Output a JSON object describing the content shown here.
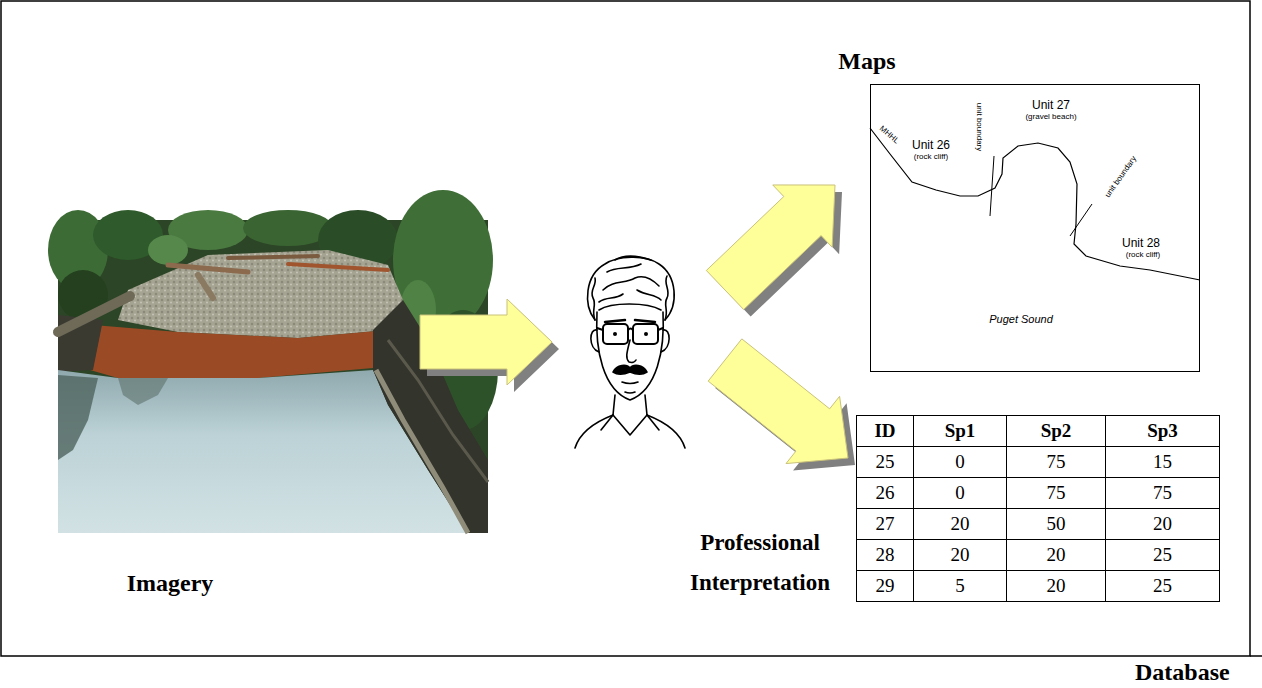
{
  "diagram": {
    "nodes": [
      {
        "text": [
          "Imagery"
        ]
      },
      {
        "text": [
          "Professional Interpretation"
        ]
      },
      {
        "text": [
          "Maps"
        ]
      },
      {
        "text": [
          "Database"
        ]
      }
    ],
    "edges": [
      {
        "from": 0,
        "to": 1,
        "arrow": "to"
      },
      {
        "from": 1,
        "to": 2,
        "arrow": "to"
      },
      {
        "from": 1,
        "to": 3,
        "arrow": "to"
      }
    ],
    "labels": [
      "MHHL",
      "Unit 26",
      "(rock cliff)",
      "unit boundary",
      "Unit 27",
      "(gravel beach)",
      "unit boundary",
      "Unit 28",
      "(rock cliff)",
      "Puget Sound",
      "ID",
      "Sp1",
      "Sp2",
      "Sp3",
      "25",
      "0",
      "75",
      "15",
      "26",
      "0",
      "75",
      "75",
      "27",
      "20",
      "50",
      "20",
      "28",
      "20",
      "20",
      "25",
      "29",
      "5",
      "20",
      "25"
    ]
  }
}
